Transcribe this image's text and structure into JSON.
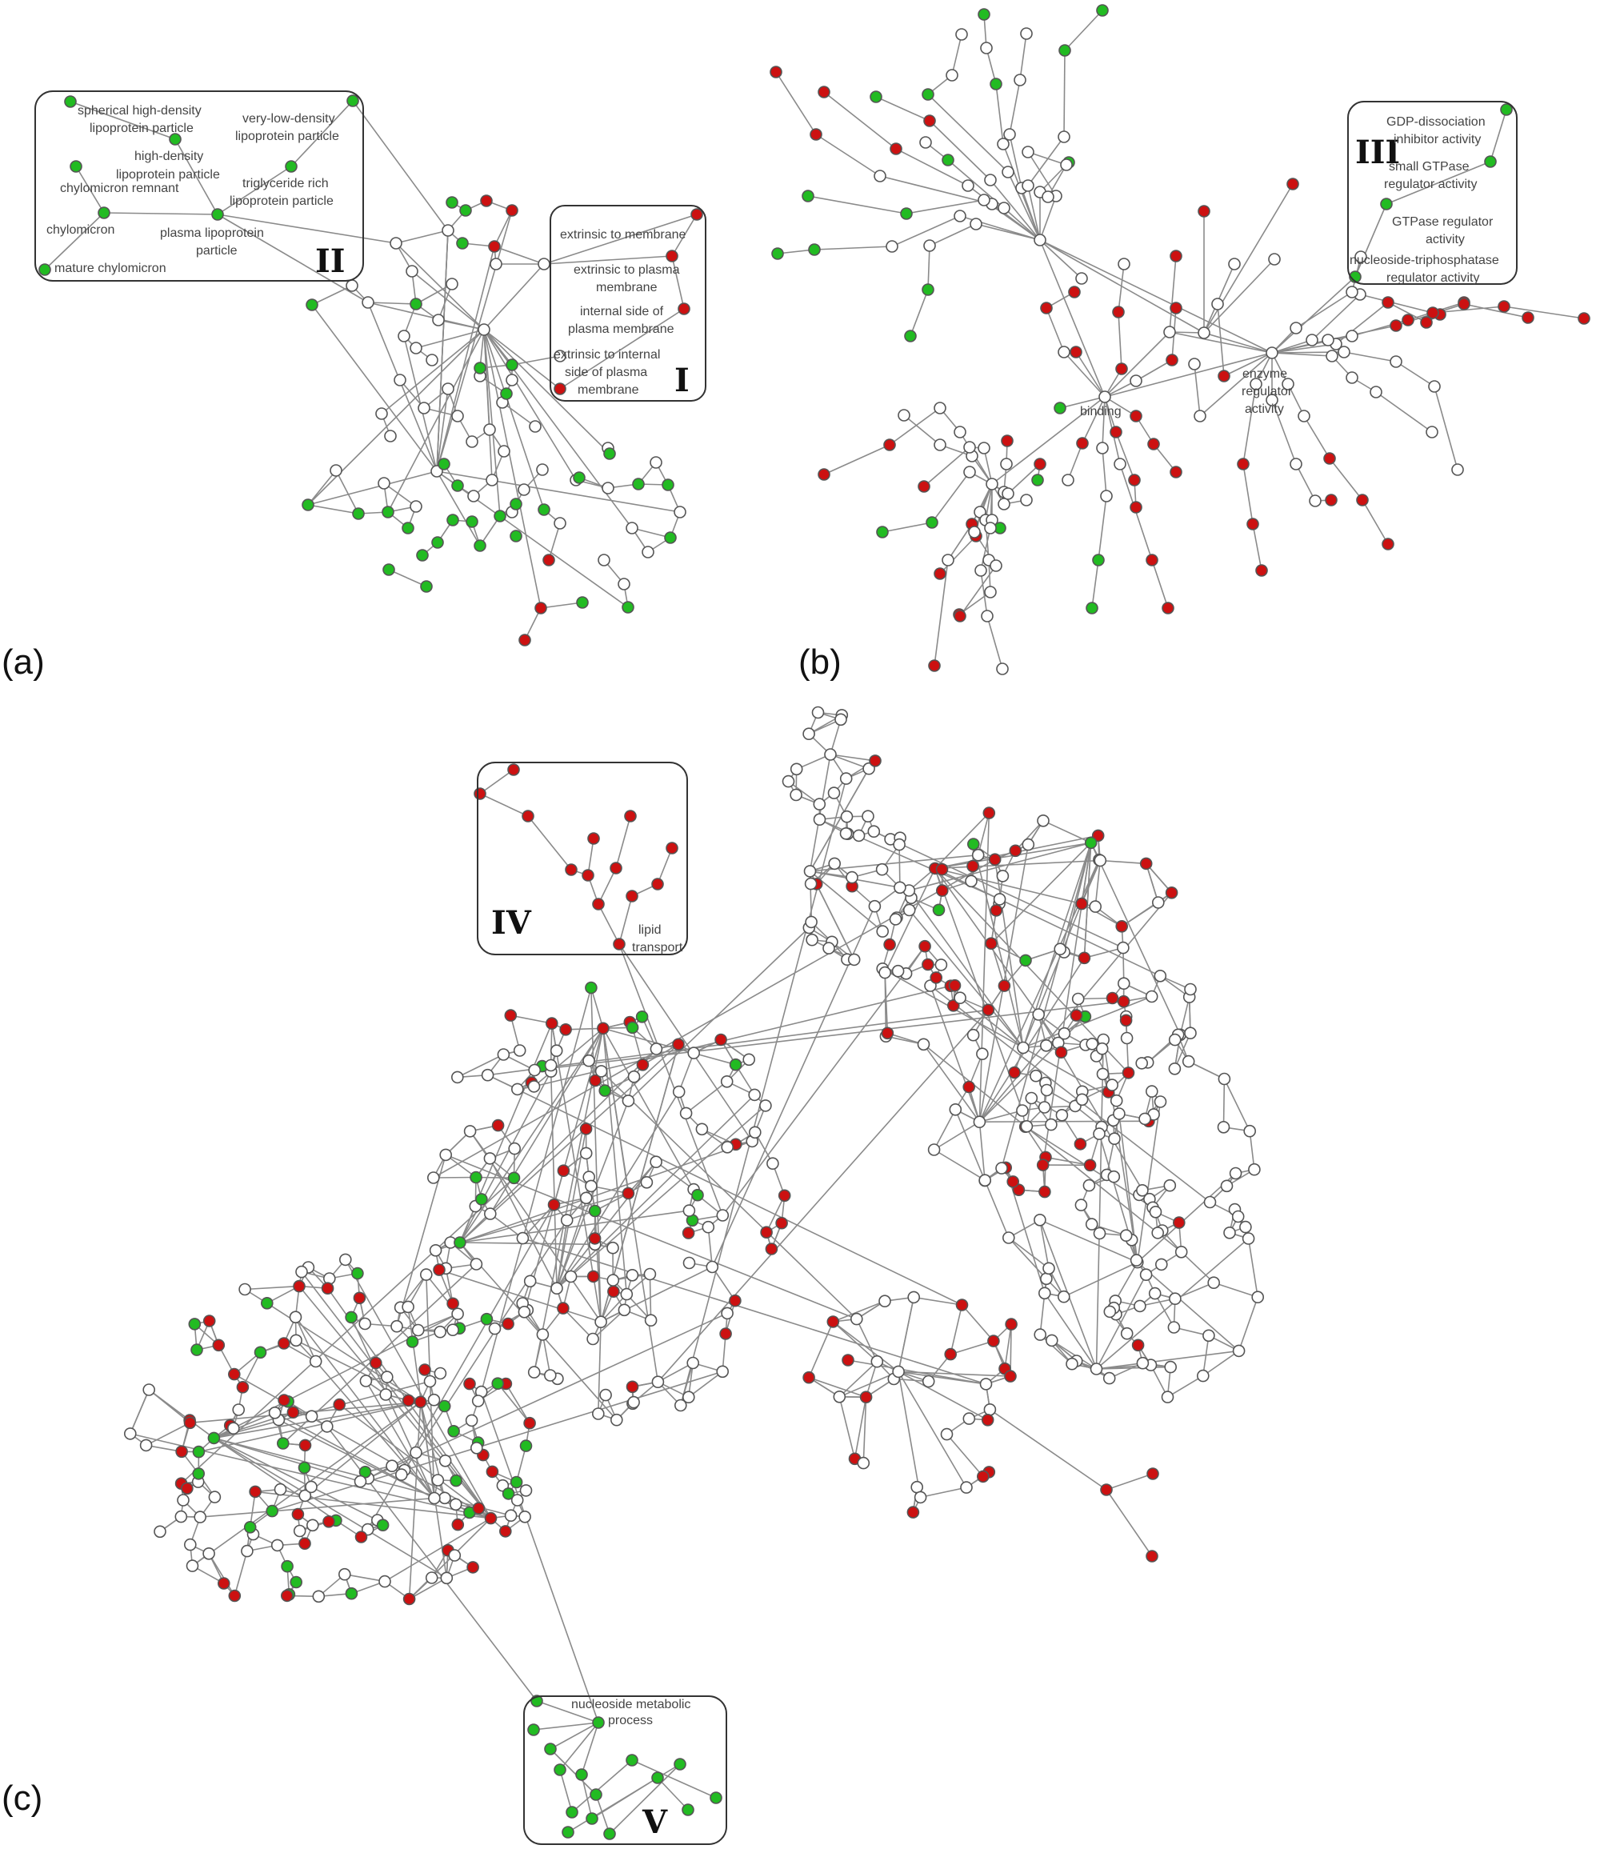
{
  "colors": {
    "up": "#cc1111",
    "down": "#22bb22",
    "neutral": "#ffffff",
    "edge": "#8a8a8a",
    "node_stroke": "#555555"
  },
  "panels": [
    {
      "letter": "(a)",
      "boxes": [
        {
          "numeral": "II",
          "terms": [
            "spherical high-density lipoprotein particle",
            "very-low-density lipoprotein particle",
            "high-density lipoprotein particle",
            "chylomicron remnant",
            "triglyceride rich lipoprotein particle",
            "chylomicron",
            "plasma lipoprotein particle",
            "mature chylomicron"
          ]
        },
        {
          "numeral": "I",
          "terms": [
            "extrinsic to membrane",
            "extrinsic to plasma membrane",
            "internal side of plasma membrane",
            "extrinsic to internal side of plasma membrane"
          ]
        }
      ]
    },
    {
      "letter": "(b)",
      "labels": [
        "binding",
        "enzyme regulator activity"
      ],
      "boxes": [
        {
          "numeral": "III",
          "terms": [
            "GDP-dissociation inhibitor activity",
            "small GTPase regulator activity",
            "GTPase regulator activity",
            "nucleoside-triphosphatase regulator activity"
          ]
        }
      ]
    },
    {
      "letter": "(c)",
      "boxes": [
        {
          "numeral": "IV",
          "terms": [
            "lipid transport"
          ]
        },
        {
          "numeral": "V",
          "terms": [
            "nucleoside metabolic process"
          ]
        }
      ]
    }
  ]
}
